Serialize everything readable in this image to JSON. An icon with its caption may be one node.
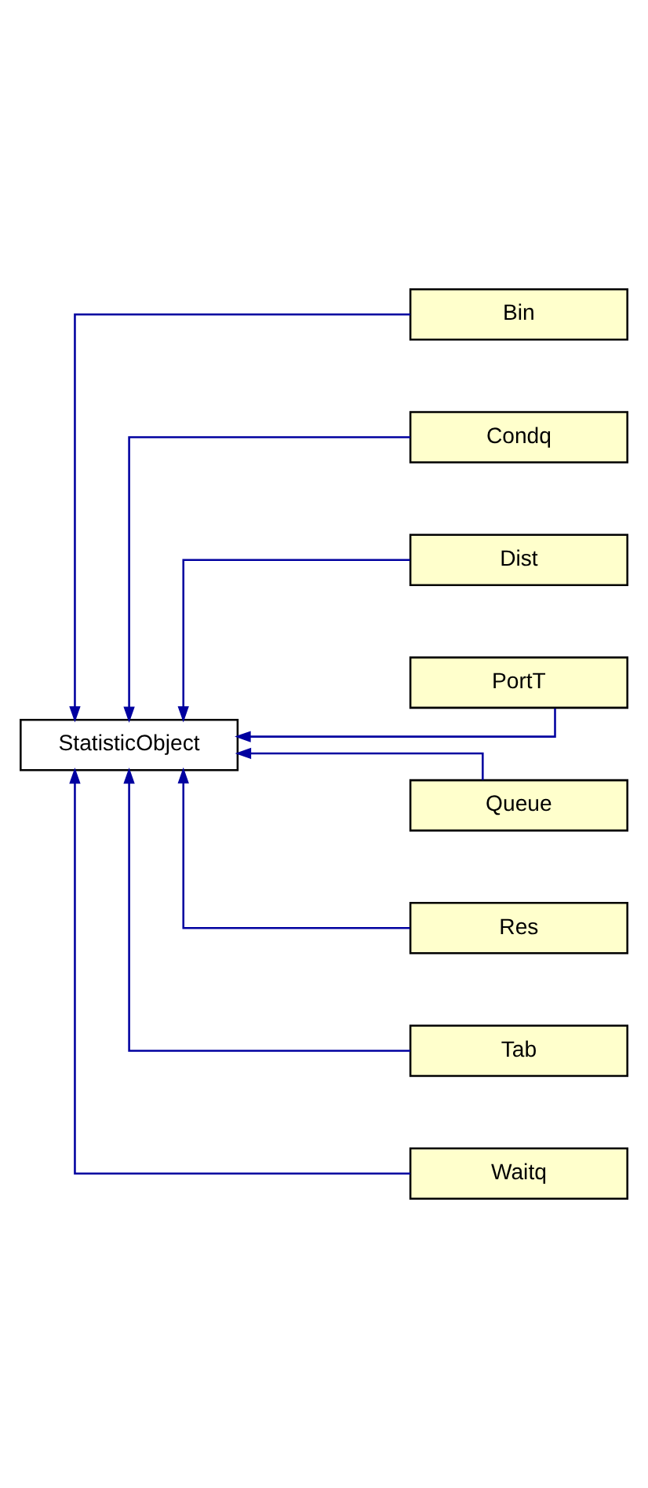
{
  "diagram": {
    "nodes": [
      {
        "text": [
          "StatisticObject"
        ]
      },
      {
        "text": [
          "Bin"
        ]
      },
      {
        "text": [
          "Condq"
        ]
      },
      {
        "text": [
          "Dist"
        ]
      },
      {
        "text": [
          "PortT"
        ]
      },
      {
        "text": [
          "Queue"
        ]
      },
      {
        "text": [
          "Res"
        ]
      },
      {
        "text": [
          "Tab"
        ]
      },
      {
        "text": [
          "Waitq"
        ]
      }
    ],
    "edges": [
      {
        "from": 1,
        "to": 0,
        "arrow": "to"
      },
      {
        "from": 2,
        "to": 0,
        "arrow": "to"
      },
      {
        "from": 3,
        "to": 0,
        "arrow": "to"
      },
      {
        "from": 4,
        "to": 0,
        "arrow": "to"
      },
      {
        "from": 5,
        "to": 0,
        "arrow": "to"
      },
      {
        "from": 6,
        "to": 0,
        "arrow": "to"
      },
      {
        "from": 7,
        "to": 0,
        "arrow": "to"
      },
      {
        "from": 8,
        "to": 0,
        "arrow": "to"
      }
    ]
  }
}
